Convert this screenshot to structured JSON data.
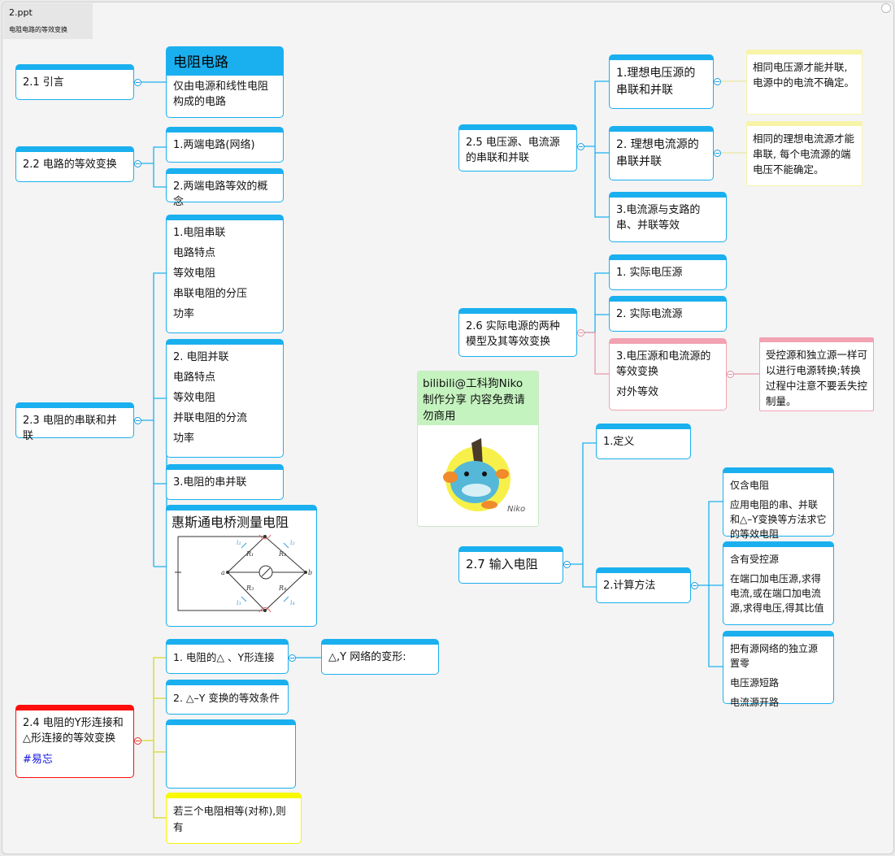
{
  "document": {
    "filename": "2.ppt",
    "subtitle": "电阻电路的等效变换"
  },
  "section_2_1": {
    "label": "2.1  引言"
  },
  "resistor_circuit": {
    "title": "电阻电路",
    "description": "仅由电源和线性电阻构成的电路"
  },
  "section_2_2": {
    "label": "2.2 电路的等效变换",
    "items": [
      "1.两端电路(网络)",
      "2.两端电路等效的概念"
    ]
  },
  "section_2_3": {
    "label": "2.3 电阻的串联和并联",
    "series": [
      "1.电阻串联",
      "电路特点",
      "等效电阻",
      "串联电阻的分压",
      "功率"
    ],
    "parallel": [
      "2. 电阻并联",
      "电路特点",
      "等效电阻",
      "并联电阻的分流",
      "功率"
    ],
    "mixed": "3.电阻的串并联",
    "bridge": {
      "title": "惠斯通电桥测量电阻",
      "labels": [
        "a",
        "b",
        "R₁",
        "R₂",
        "R₃",
        "R₄",
        "i₁",
        "i₂",
        "i₃",
        "i₄"
      ]
    }
  },
  "section_2_4": {
    "label": "2.4 电阻的Y形连接和△形连接的等效变换",
    "tag": "#易忘",
    "items": [
      "1. 电阻的△ 、Y形连接",
      "2. △–Y 变换的等效条件",
      "",
      "若三个电阻相等(对称),则有"
    ],
    "deformation": "△,Y 网络的变形:"
  },
  "section_2_5": {
    "label": "2.5 电压源、电流源的串联和并联",
    "items": [
      "1.理想电压源的串联和并联",
      "2. 理想电流源的串联并联",
      "3.电流源与支路的串、并联等效"
    ],
    "notes": [
      "相同电压源才能并联,电源中的电流不确定。",
      "相同的理想电流源才能串联, 每个电流源的端电压不能确定。"
    ]
  },
  "section_2_6": {
    "label": "2.6 实际电源的两种模型及其等效变换",
    "items": [
      "1. 实际电压源",
      "2. 实际电流源"
    ],
    "conversion": {
      "title": "3.电压源和电流源的等效变换",
      "sub": "对外等效"
    },
    "note": "受控源和独立源一样可以进行电源转换;转换过程中注意不要丢失控制量。"
  },
  "section_2_7": {
    "label": "2.7  输入电阻",
    "definition": "1.定义",
    "method": "2.计算方法",
    "cases": [
      {
        "title": "仅含电阻",
        "body": "应用电阻的串、并联和△–Y变换等方法求它的等效电阻"
      },
      {
        "title": "含有受控源",
        "body": "在端口加电压源,求得电流,或在端口加电流源,求得电压,得其比值"
      },
      {
        "title": "把有源网络的独立源置零",
        "lines": [
          "电压源短路",
          "电流源开路"
        ]
      }
    ]
  },
  "promo": {
    "text": "bilibili@工科狗Niko 制作分享  内容免费请勿商用",
    "signature": "Niko"
  },
  "colors": {
    "topic_border": "#1ab0ef",
    "alert_border": "#ff0d0d",
    "promo_header": "#c5f3bf",
    "note_border": "#f7f4a8",
    "pink_border": "#f2a2b2"
  }
}
